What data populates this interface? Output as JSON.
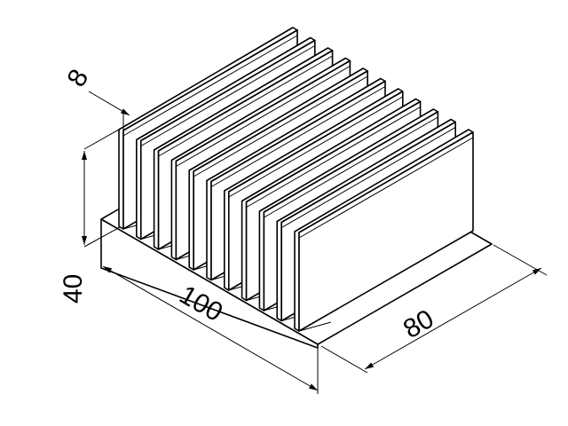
{
  "drawing": {
    "subject": "heatsink",
    "fin_count": 11,
    "line_color": "#000000",
    "background": "#ffffff"
  },
  "dimensions": {
    "fin_top_thickness": "8",
    "height": "40",
    "width": "100",
    "depth": "80"
  }
}
